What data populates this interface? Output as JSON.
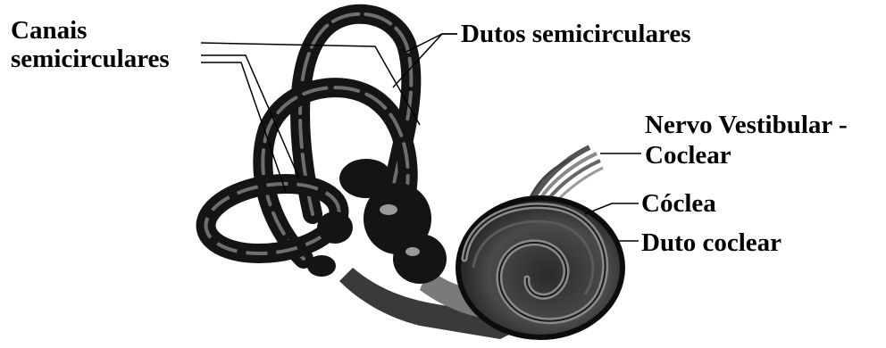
{
  "labels": {
    "canais_line1": "Canais",
    "canais_line2": "semicirculares",
    "dutos": "Dutos semicirculares",
    "nervo_line1": "Nervo Vestibular -",
    "nervo_line2": "Coclear",
    "coclea": "Cóclea",
    "duto_coclear": "Duto coclear"
  },
  "colors": {
    "background": "#ffffff",
    "ink": "#000000",
    "structure_dark": "#141414",
    "structure_gray": "#6e6e6e"
  }
}
